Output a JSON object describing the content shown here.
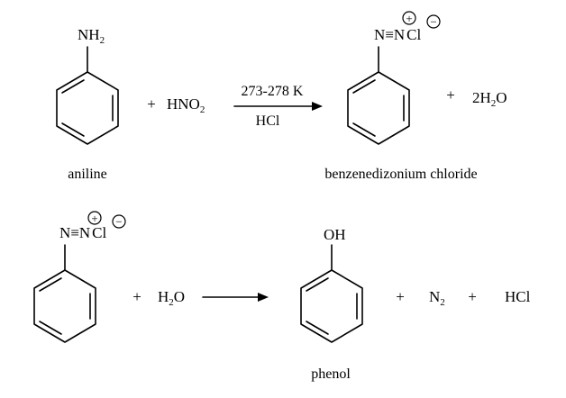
{
  "reaction1": {
    "reactant_group": "NH",
    "reactant_group_sub": "2",
    "reactant_name": "aniline",
    "plus1": "+",
    "reagent": "HNO",
    "reagent_sub": "2",
    "condition_top": "273-278 K",
    "condition_bottom": "HCl",
    "product_group": "N≡N",
    "product_counterion": "Cl",
    "charge_plus": "+",
    "charge_minus": "−",
    "plus2": "+",
    "byproduct_coeff": "2H",
    "byproduct_sub": "2",
    "byproduct_tail": "O",
    "product_name": "benzenedizonium chloride"
  },
  "reaction2": {
    "reactant_group": "N≡N",
    "reactant_counterion": "Cl",
    "charge_plus": "+",
    "charge_minus": "−",
    "plus1": "+",
    "reagent": "H",
    "reagent_sub": "2",
    "reagent_tail": "O",
    "product_group": "OH",
    "product_name": "phenol",
    "plus2": "+",
    "byproduct1": "N",
    "byproduct1_sub": "2",
    "plus3": "+",
    "byproduct2": "HCl"
  }
}
